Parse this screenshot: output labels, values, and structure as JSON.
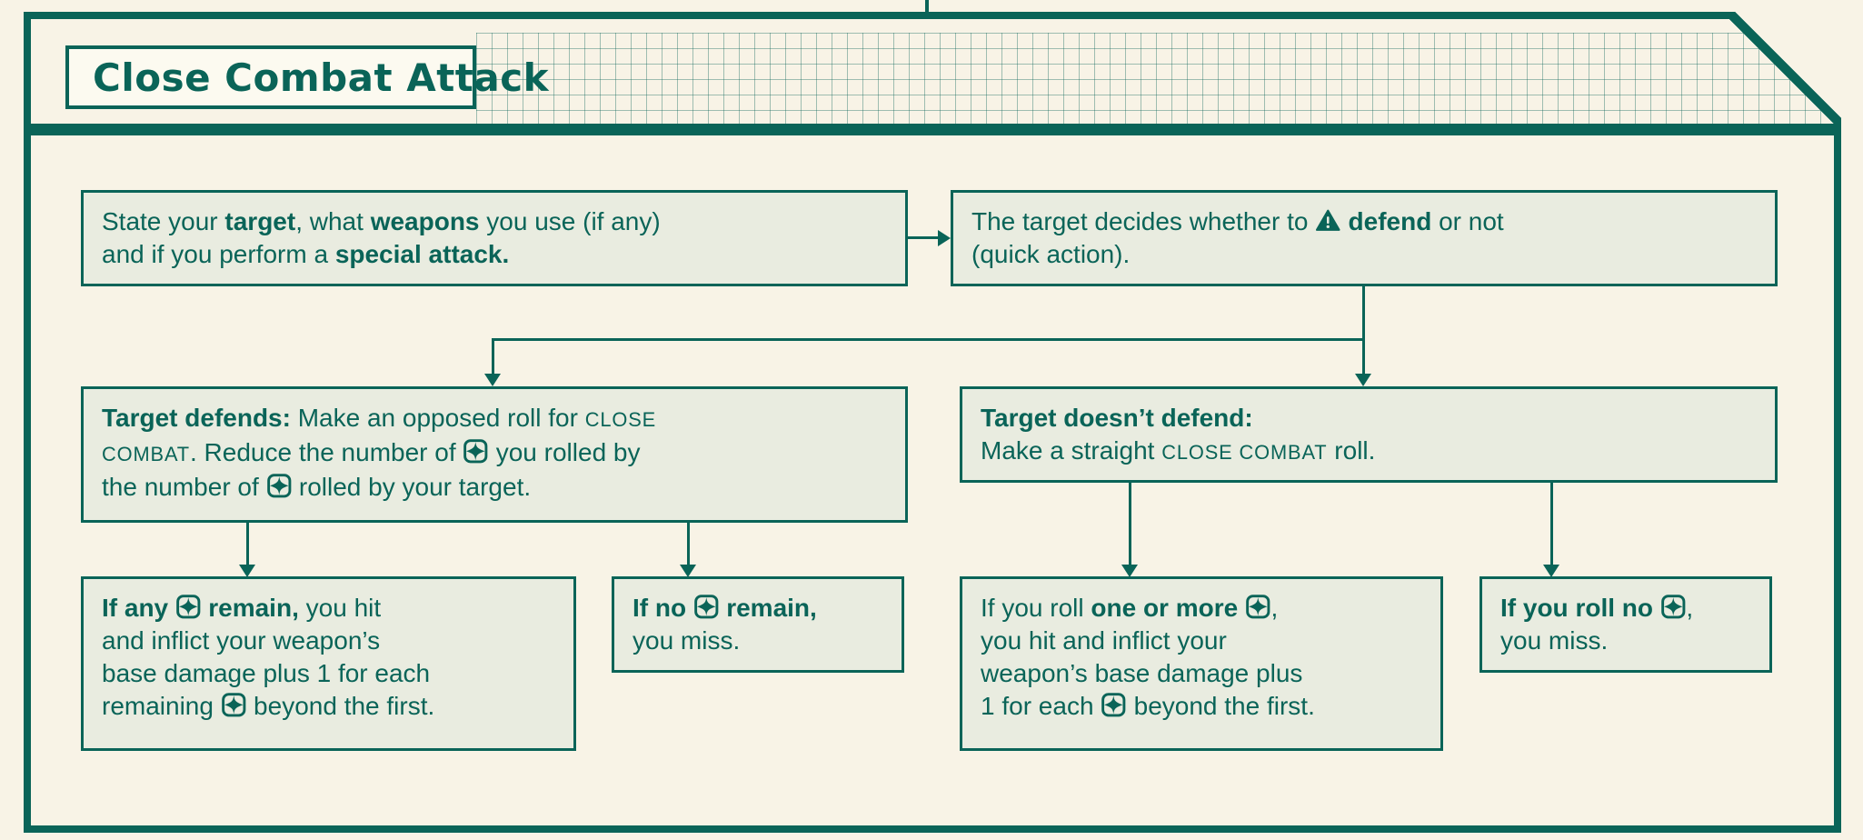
{
  "theme": {
    "teal": "#0a6458",
    "box_fill": "#e9ece0",
    "page_bg": "#f8f3e6",
    "title_fill": "#fcfaf0"
  },
  "header": {
    "title": "Close Combat Attack"
  },
  "flowchart": {
    "boxes": {
      "state": {
        "rich": [
          {
            "t": "State your "
          },
          {
            "b": "target"
          },
          {
            "t": ", what "
          },
          {
            "b": "weapons"
          },
          {
            "t": " you use (if any)"
          },
          {
            "br": true
          },
          {
            "t": "and if you perform a "
          },
          {
            "b": "special attack."
          }
        ]
      },
      "decide": {
        "rich": [
          {
            "t": "The target decides whether to "
          },
          {
            "icon": "defend-warning-icon"
          },
          {
            "t": " "
          },
          {
            "b": "defend"
          },
          {
            "t": " or not"
          },
          {
            "br": true
          },
          {
            "t": "(quick action)."
          }
        ]
      },
      "defends": {
        "rich": [
          {
            "b": "Target defends:"
          },
          {
            "t": " Make an opposed roll for "
          },
          {
            "sc": "close"
          },
          {
            "br": true
          },
          {
            "sc": "combat"
          },
          {
            "t": ". Reduce the number of "
          },
          {
            "icon": "success-die-icon"
          },
          {
            "t": " you rolled by"
          },
          {
            "br": true
          },
          {
            "t": "the number of "
          },
          {
            "icon": "success-die-icon"
          },
          {
            "t": " rolled by your target."
          }
        ]
      },
      "no_defend": {
        "rich": [
          {
            "b": "Target doesn’t defend:"
          },
          {
            "br": true
          },
          {
            "t": "Make a straight "
          },
          {
            "sc": "close combat"
          },
          {
            "t": " roll."
          }
        ]
      },
      "hit_opposed": {
        "rich": [
          {
            "b": "If any "
          },
          {
            "icon": "success-die-icon"
          },
          {
            "b": " remain,"
          },
          {
            "t": " you hit"
          },
          {
            "br": true
          },
          {
            "t": "and inflict your weapon’s"
          },
          {
            "br": true
          },
          {
            "t": "base damage plus 1 for each"
          },
          {
            "br": true
          },
          {
            "t": "remaining "
          },
          {
            "icon": "success-die-icon"
          },
          {
            "t": " beyond the first."
          }
        ]
      },
      "miss_opposed": {
        "rich": [
          {
            "b": "If no "
          },
          {
            "icon": "success-die-icon"
          },
          {
            "b": " remain,"
          },
          {
            "br": true
          },
          {
            "t": "you miss."
          }
        ]
      },
      "hit_straight": {
        "rich": [
          {
            "t": "If you roll "
          },
          {
            "b": "one or more "
          },
          {
            "icon": "success-die-icon"
          },
          {
            "t": ","
          },
          {
            "br": true
          },
          {
            "t": "you hit and inflict your"
          },
          {
            "br": true
          },
          {
            "t": "weapon’s base damage plus"
          },
          {
            "br": true
          },
          {
            "t": "1 for each "
          },
          {
            "icon": "success-die-icon"
          },
          {
            "t": " beyond the first."
          }
        ]
      },
      "miss_straight": {
        "rich": [
          {
            "b": "If you roll no "
          },
          {
            "icon": "success-die-icon"
          },
          {
            "t": ","
          },
          {
            "br": true
          },
          {
            "t": "you miss."
          }
        ]
      }
    }
  }
}
